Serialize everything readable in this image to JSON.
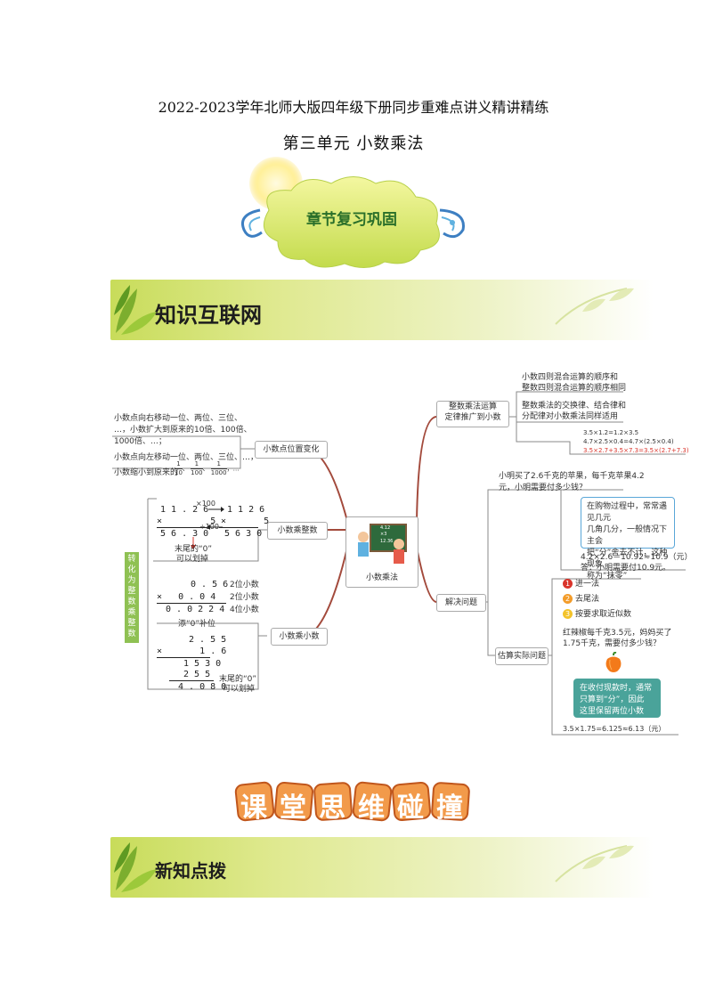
{
  "header": {
    "title": "2022-2023学年北师大版四年级下册同步重难点讲义精讲精练",
    "subtitle": "第三单元  小数乘法"
  },
  "review_badge": "章节复习巩固",
  "banners": {
    "network": "知识互联网",
    "classroom": "课堂思维碰撞",
    "new_knowledge": "新知点拨"
  },
  "mindmap": {
    "center": "小数乘法",
    "chalkboard": [
      "4.12",
      "×3",
      "12.36"
    ],
    "side_label": [
      "转",
      "化",
      "为",
      "整",
      "数",
      "乘",
      "整",
      "数"
    ],
    "left": {
      "position_change": {
        "label": "小数点位置变化",
        "right_move": [
          "小数点向右移动一位、两位、三位、",
          "…，小数扩大到原来的10倍、100倍、",
          "1000倍、…；"
        ],
        "left_move_1": "小数点向左移动一位、两位、三位、…，",
        "left_move_2": "小数缩小到原来的",
        "fractions": [
          "1",
          "10",
          "1",
          "100",
          "1",
          "1000"
        ],
        "ellipsis": "，…"
      },
      "times_integer": {
        "label": "小数乘整数",
        "left_calc": [
          "1 1 . 2 6",
          "×         5",
          "5 6 . 3 0"
        ],
        "right_calc": [
          "1 1 2 6",
          "×       5",
          "5 6 3 0"
        ],
        "top_arrow": "×100",
        "mid_arrow": "÷100",
        "note": [
          "末尾的“0”",
          "可以划掉"
        ]
      },
      "times_decimal": {
        "label": "小数乘小数",
        "calc1": [
          "0 . 5 6",
          "×   0 . 0 4",
          "0 . 0 2 2 4"
        ],
        "digits": [
          "2位小数",
          "2位小数",
          "4位小数"
        ],
        "pad_note": "添“0”补位",
        "calc2": [
          "2 . 5 5",
          "×       1 . 6",
          "1 5 3 0",
          "2 5 5",
          "4 . 0 8 0"
        ],
        "zero_note": [
          "末尾的“0”",
          "可以划掉"
        ]
      }
    },
    "right": {
      "law": {
        "label": [
          "整数乘法运算",
          "定律推广到小数"
        ],
        "note1": [
          "小数四则混合运算的顺序和",
          "整数四则混合运算的顺序相同"
        ],
        "note2": [
          "整数乘法的交换律、结合律和",
          "分配律对小数乘法同样适用"
        ],
        "eq1": "3.5×1.2=1.2×3.5",
        "eq2": "4.7×2.5×0.4=4.7×(2.5×0.4)",
        "eq3": "3.5×2.7+3.5×7.3=3.5×(2.7+7.3)"
      },
      "solve": {
        "label": "解决问题",
        "problem": [
          "小明买了2.6千克的苹果，每千克苹果4.2",
          "元，小明需要付多少钱？"
        ],
        "callout": [
          "在购物过程中，常常遇见几元",
          "几角几分，一般情况下主会",
          "把“分”舍去不计，这种现象",
          "称为“抹零”"
        ],
        "answer": [
          "4.2×2.6＝10.92≈10.9（元）",
          "答：小明需要付10.9元。"
        ]
      },
      "estimate": {
        "label": "估算实际问题",
        "methods": [
          "进一法",
          "去尾法",
          "按要求取近似数"
        ],
        "problem": [
          "红辣椒每千克3.5元，妈妈买了",
          "1.75千克，需要付多少钱？"
        ],
        "callout": [
          "在收付现款时，通常",
          "只算到“分”，因此",
          "这里保留两位小数"
        ],
        "answer": "3.5×1.75=6.125≈6.13（元）"
      }
    }
  },
  "colors": {
    "branch": "#a34a3c",
    "banner": "#c8dc5a",
    "accent_red": "#d9342b",
    "callout_blue": "#5aa7d8",
    "callout_green": "#4aa39a",
    "side_green": "#8fc153",
    "orange": "#f39c2a"
  }
}
